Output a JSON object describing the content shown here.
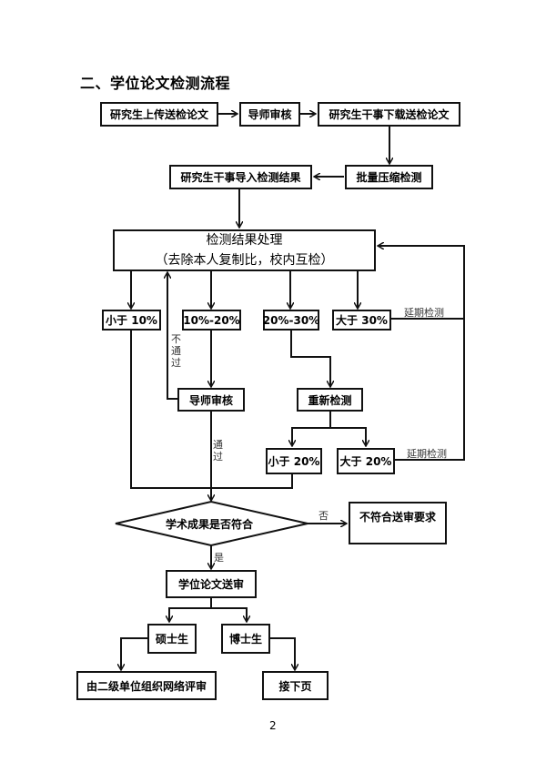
{
  "section_title": "二、学位论文检测流程",
  "nodes": {
    "upload": "研究生上传送检论文",
    "advisor_review_1": "导师审核",
    "secretary_download": "研究生干事下载送检论文",
    "batch_check": "批量压缩检测",
    "import_results": "研究生干事导入检测结果",
    "process_title": "检测结果处理",
    "process_subtitle": "（去除本人复制比，校内互检）",
    "lt10": "小于 10%",
    "r10_20": "10%-20%",
    "r20_30": "20%-30%",
    "gt30": "大于 30%",
    "advisor_review_2": "导师审核",
    "recheck": "重新检测",
    "lt20": "小于 20%",
    "gt20": "大于 20%",
    "decision": "学术成果是否符合",
    "not_meet": "不符合送审要求",
    "send_review": "学位论文送审",
    "master": "硕士生",
    "doctor": "博士生",
    "master_review": "由二级单位组织网络评审",
    "next_page": "接下页"
  },
  "edge_labels": {
    "delay_check_1": "延期检测",
    "delay_check_2": "延期检测",
    "fail": "不通过",
    "pass": "通过",
    "no": "否",
    "yes": "是"
  },
  "page_number": "2"
}
